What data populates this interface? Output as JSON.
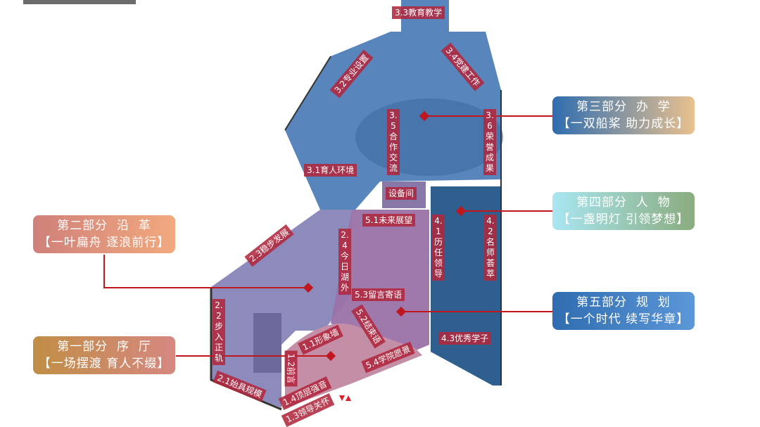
{
  "parts": [
    {
      "title": "第一部分  序  厅",
      "subtitle": "【一场摆渡 育人不缀】"
    },
    {
      "title": "第二部分  沿  革",
      "subtitle": "【一叶扁舟 逐浪前行】"
    },
    {
      "title": "第三部分  办  学",
      "subtitle": "【一双船桨 助力成长】"
    },
    {
      "title": "第四部分  人  物",
      "subtitle": "【一盏明灯 引领梦想】"
    },
    {
      "title": "第五部分  规  划",
      "subtitle": "【一个时代 续写华章】"
    }
  ],
  "rooms": {
    "r1_1": "1.1形象墙",
    "r1_2": "1.2前言",
    "r1_3": "1.3领导关怀",
    "r1_4": "1.4顶层强音",
    "r2_1": "2.1始具规模",
    "r2_2": "2.2步入正轨",
    "r2_3": "2.3稳步发展",
    "r2_4": "2.4今日湖外",
    "r3_1": "3.1育人环境",
    "r3_2": "3.2专业设置",
    "r3_3": "3.3教育教学",
    "r3_4": "3.4党建工作",
    "r3_5": "3.5合作交流",
    "r3_6": "3.6荣誉成果",
    "r4_1": "4.1历任领导",
    "r4_2": "4.2名师荟萃",
    "r4_3": "4.3优秀学子",
    "r5_1": "5.1未来展望",
    "r5_2": "5.2结束语",
    "r5_3": "5.3留言寄语",
    "r5_4": "5.4学院愿景",
    "equipment": "设备间"
  },
  "colors": {
    "connector": "#c0161e",
    "label": "#b0283e",
    "part3_zone": "#4a7bb5",
    "part4_zone": "#2f5f8f",
    "part2_zone": "#8784b8",
    "part5_zone": "#9a72a8",
    "part1_zone": "#c48ea6"
  }
}
